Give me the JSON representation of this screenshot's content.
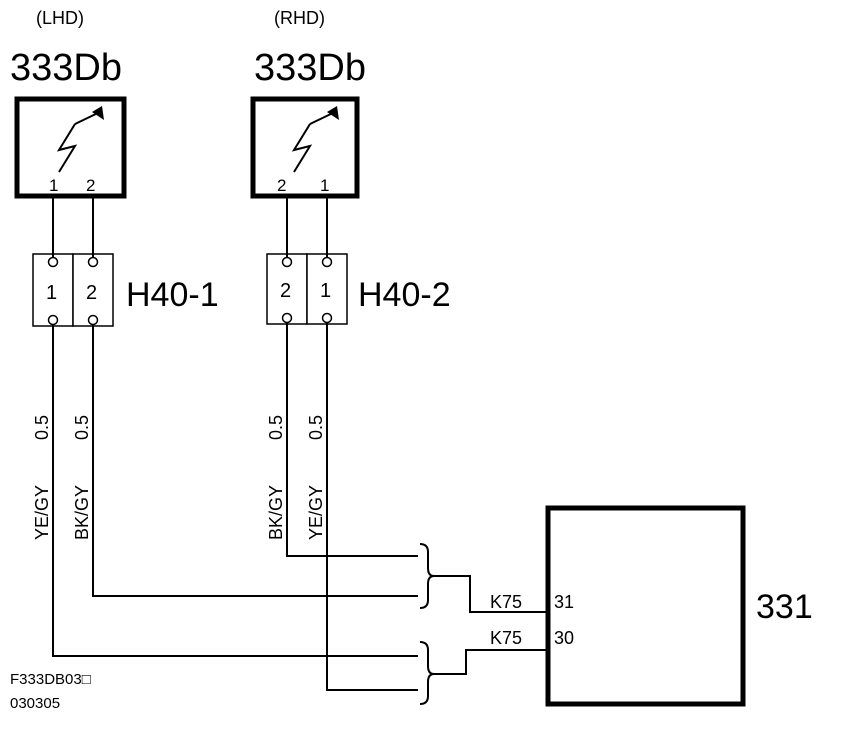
{
  "lhd": {
    "variant": "(LHD)",
    "component": "333Db",
    "pins": [
      "1",
      "2"
    ],
    "connector": {
      "name": "H40-1",
      "pins": [
        "1",
        "2"
      ]
    },
    "wires": [
      {
        "color": "YE/GY",
        "size": "0.5"
      },
      {
        "color": "BK/GY",
        "size": "0.5"
      }
    ]
  },
  "rhd": {
    "variant": "(RHD)",
    "component": "333Db",
    "pins": [
      "2",
      "1"
    ],
    "connector": {
      "name": "H40-2",
      "pins": [
        "2",
        "1"
      ]
    },
    "wires": [
      {
        "color": "BK/GY",
        "size": "0.5"
      },
      {
        "color": "YE/GY",
        "size": "0.5"
      }
    ]
  },
  "module": {
    "name": "331",
    "terminals": [
      {
        "connector": "K75",
        "pin": "31"
      },
      {
        "connector": "K75",
        "pin": "30"
      }
    ]
  },
  "figure_ref": {
    "code": "F333DB03□",
    "date": "030305"
  }
}
